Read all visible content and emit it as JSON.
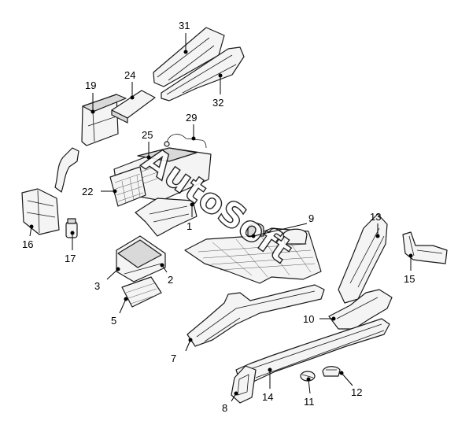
{
  "callouts": [
    {
      "number": "1"
    },
    {
      "number": "2"
    },
    {
      "number": "3"
    },
    {
      "number": "5"
    },
    {
      "number": "7"
    },
    {
      "number": "8"
    },
    {
      "number": "9"
    },
    {
      "number": "10"
    },
    {
      "number": "11"
    },
    {
      "number": "12"
    },
    {
      "number": "13"
    },
    {
      "number": "14"
    },
    {
      "number": "15"
    },
    {
      "number": "16"
    },
    {
      "number": "17"
    },
    {
      "number": "19"
    },
    {
      "number": "22"
    },
    {
      "number": "24"
    },
    {
      "number": "25"
    },
    {
      "number": "29"
    },
    {
      "number": "31"
    },
    {
      "number": "32"
    }
  ],
  "watermark": {
    "text": "AutoSoft"
  }
}
